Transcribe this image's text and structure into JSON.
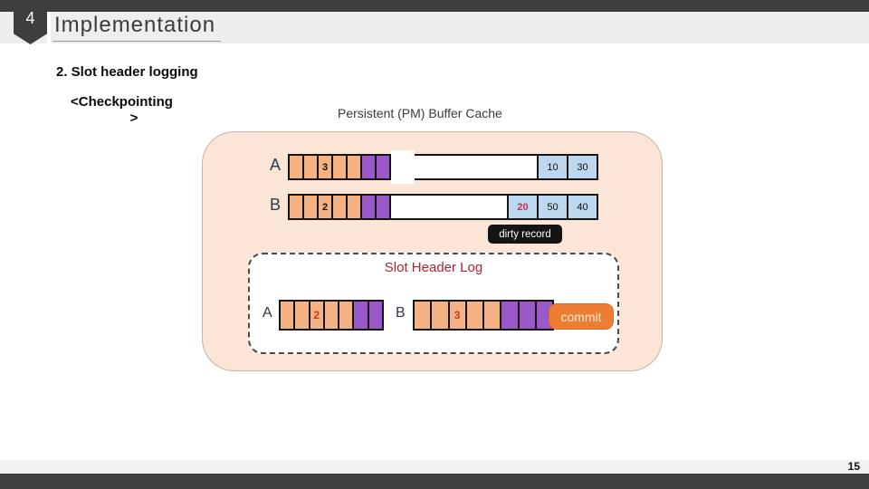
{
  "slide": {
    "index_badge": "4",
    "title": "Implementation",
    "page_number": "15"
  },
  "content": {
    "heading": "2. Slot header logging",
    "checkpoint_line1": "<Checkpointing",
    "checkpoint_line2": ">",
    "cache_title": "Persistent (PM) Buffer Cache",
    "dirty_record": "dirty record",
    "log_title": "Slot Header Log",
    "commit": "commit"
  },
  "cache_rows": [
    {
      "label": "A",
      "slot_value": "3",
      "orange_count": 5,
      "purple_count": 2,
      "tail": [
        {
          "v": "10",
          "highlight": false
        },
        {
          "v": "30",
          "highlight": false
        }
      ]
    },
    {
      "label": "B",
      "slot_value": "2",
      "orange_count": 5,
      "purple_count": 2,
      "tail": [
        {
          "v": "20",
          "highlight": true
        },
        {
          "v": "50",
          "highlight": false
        },
        {
          "v": "40",
          "highlight": false
        }
      ]
    }
  ],
  "log_rows": [
    {
      "label": "A",
      "slot_value": "2",
      "orange_count": 5,
      "purple_count": 2
    },
    {
      "label": "B",
      "slot_value": "3",
      "orange_count": 5,
      "purple_count": 3
    }
  ],
  "colors": {
    "orange_cell": "#F4B183",
    "purple_cell": "#9A58C9",
    "blue_cell": "#BDD7EE",
    "peach_bg": "#FBE5D6",
    "accent_red": "#C00000",
    "dirty_red_text": "#C0334D",
    "commit_orange": "#ED7D31",
    "bar_dark": "#3E3E3E"
  }
}
